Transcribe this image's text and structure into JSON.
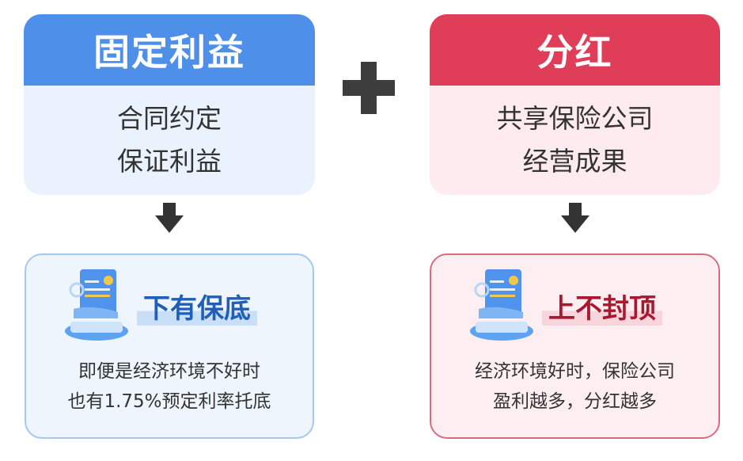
{
  "left": {
    "title": "固定利益",
    "body_lines": [
      "合同约定",
      "保证利益"
    ],
    "result": {
      "slogan": "下有保底",
      "desc_lines": [
        "即便是经济环境不好时",
        "也有1.75%预定利率托底"
      ]
    }
  },
  "operator": "+",
  "right": {
    "title": "分红",
    "body_lines": [
      "共享保险公司",
      "经营成果"
    ],
    "result": {
      "slogan": "上不封顶",
      "desc_lines": [
        "经济环境好时，保险公司",
        "盈利越多，分红越多"
      ]
    }
  },
  "colors": {
    "blue_header": "#4d8fe9",
    "red_header": "#df3d58",
    "blue_text": "#1f5fb8",
    "red_text": "#a8192f"
  }
}
